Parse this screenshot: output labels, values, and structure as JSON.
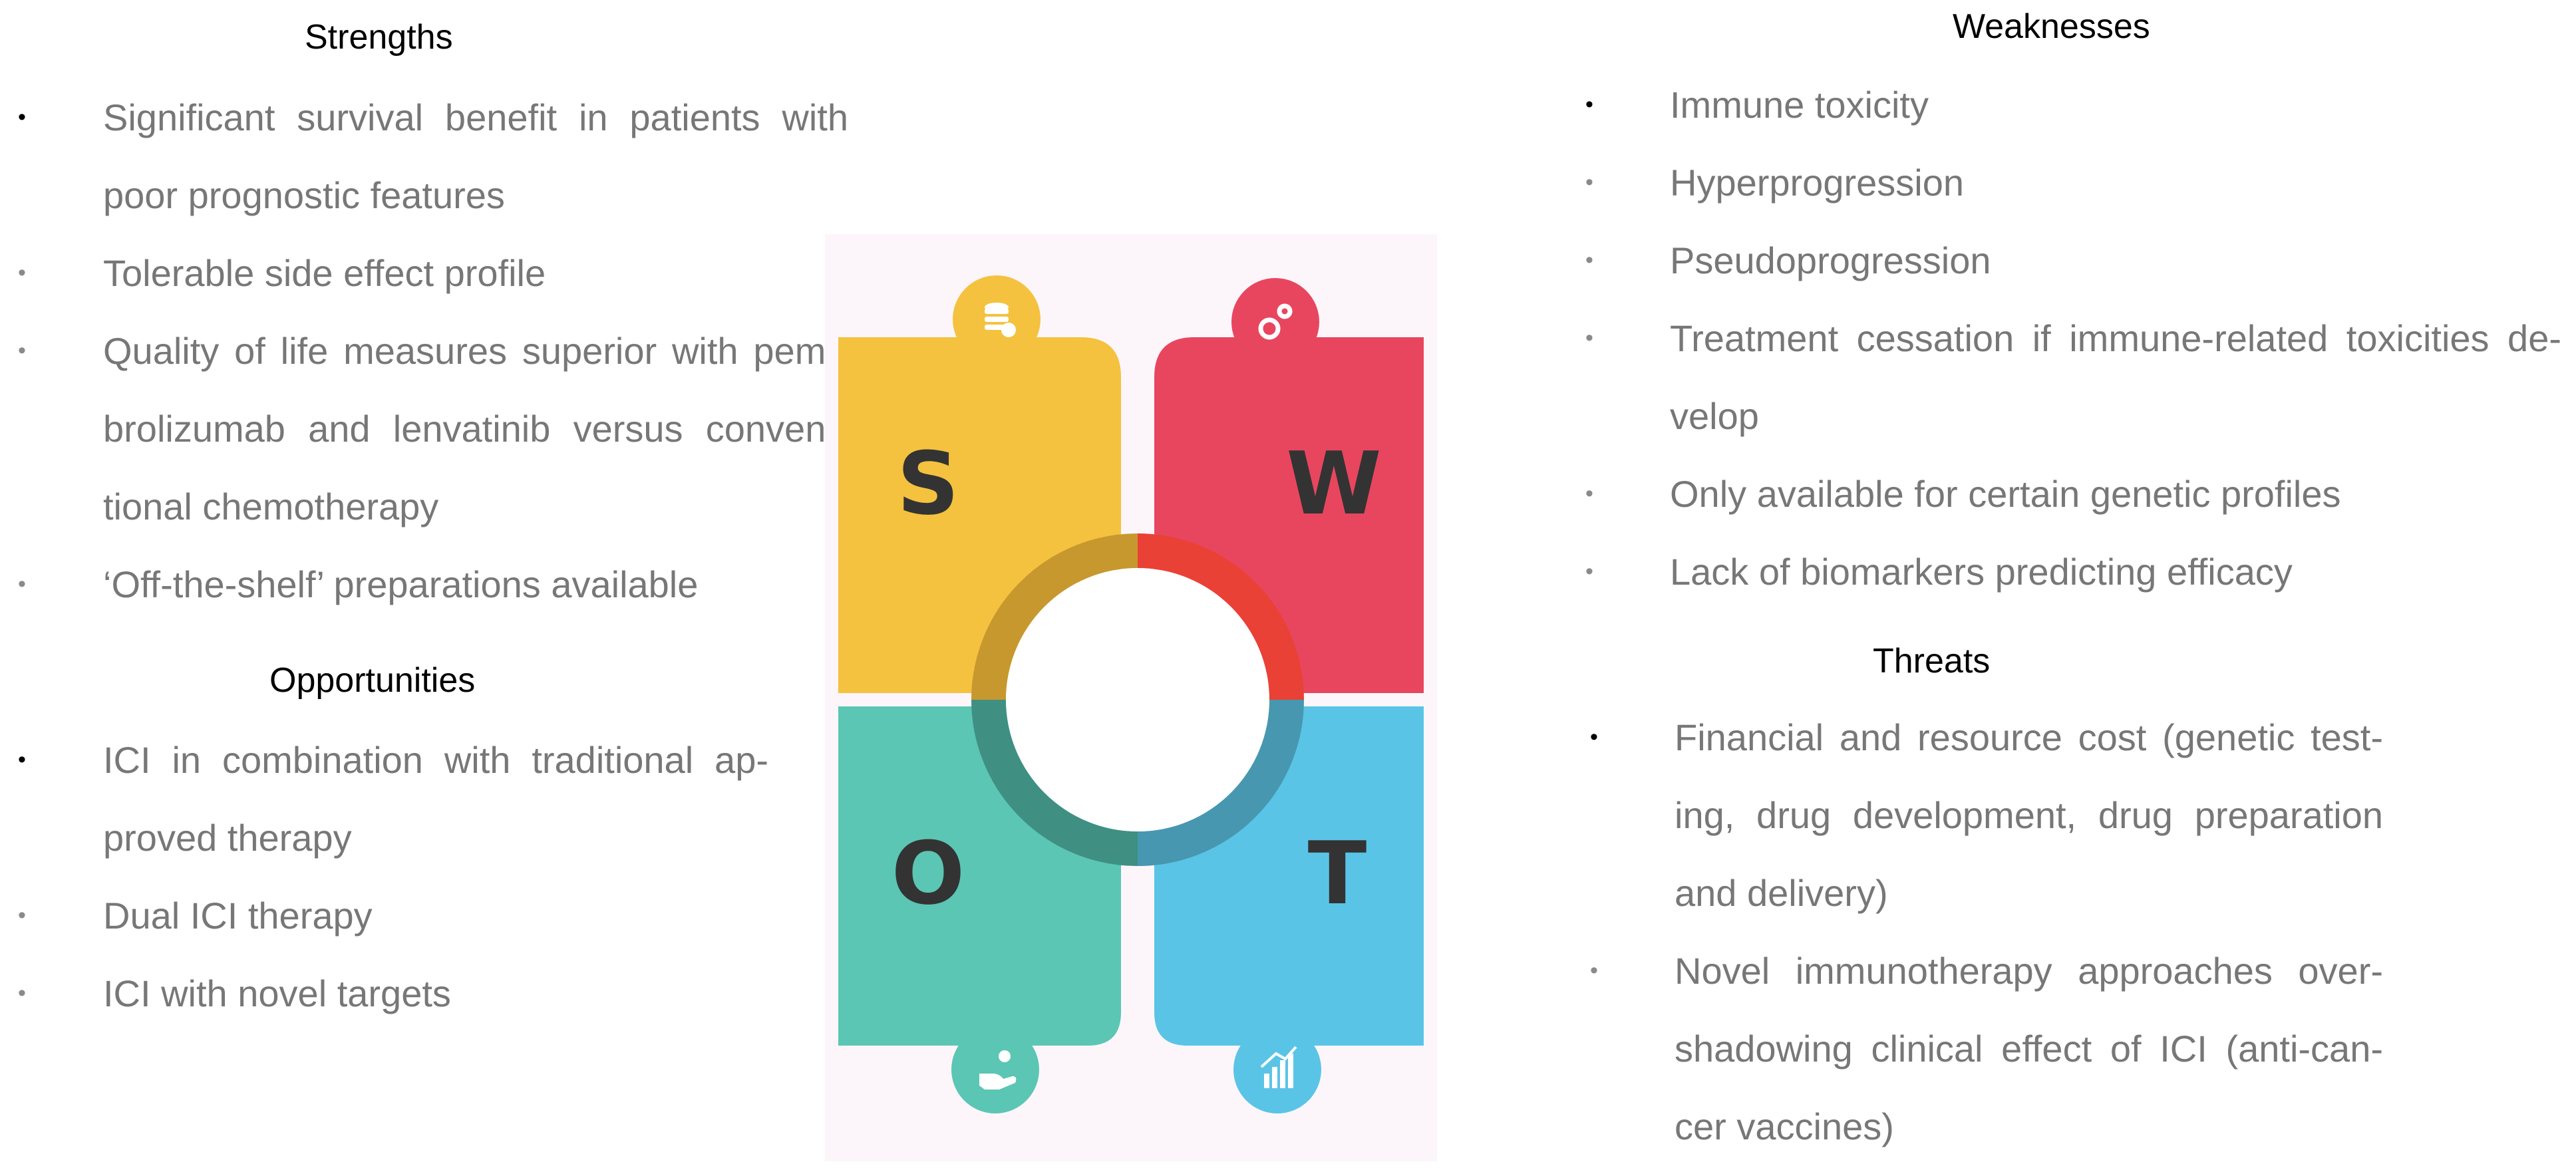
{
  "colors": {
    "strengths": "#F4C23F",
    "weaknesses": "#E8465F",
    "opportunities": "#5BC6B3",
    "threats": "#5AC4E6",
    "text": "#777777",
    "heading": "#000000",
    "panel_background": "#FCF6FB"
  },
  "strengths": {
    "title": "Strengths",
    "items": [
      "Significant survival benefit in patients with poor prognostic features",
      "Tolerable side effect profile",
      "Quality of life measures superior with pem-brolizumab and lenvatinib versus conven-tional chemotherapy",
      "‘Off-the-shelf’ preparations available"
    ]
  },
  "opportunities": {
    "title": "Opportunities",
    "items": [
      "ICI in combination with traditional ap-proved therapy",
      "Dual ICI therapy",
      "ICI with novel targets"
    ]
  },
  "weaknesses": {
    "title": "Weaknesses",
    "items": [
      "Immune toxicity",
      "Hyperprogression",
      "Pseudoprogression",
      "Treatment cessation if immune-related toxicities de-velop",
      "Only available for certain genetic profiles",
      "Lack of biomarkers predicting efficacy"
    ]
  },
  "threats": {
    "title": "Threats",
    "items": [
      "Financial and resource cost (genetic test-ing, drug development, drug preparation and delivery)",
      "Novel immunotherapy approaches over-shadowing clinical effect of ICI (anti-can-cer vaccines)"
    ]
  },
  "diagram": {
    "s_letter": "S",
    "w_letter": "W",
    "o_letter": "O",
    "t_letter": "T",
    "icons": {
      "strengths": "coins-icon",
      "weaknesses": "gears-icon",
      "opportunities": "hand-coin-icon",
      "threats": "bar-chart-icon"
    }
  }
}
